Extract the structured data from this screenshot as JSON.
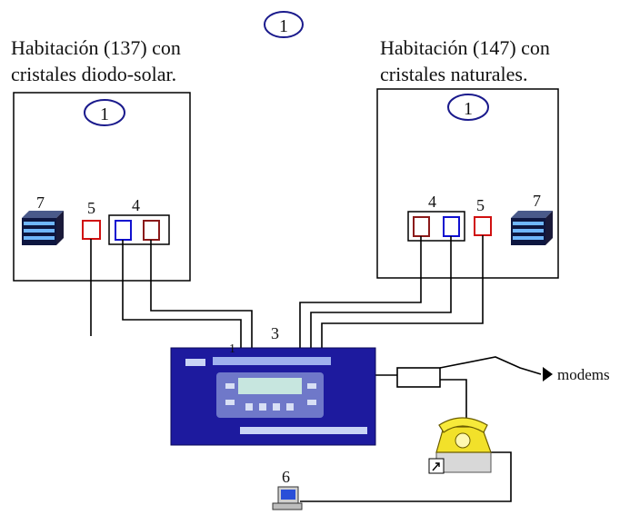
{
  "top_marker": "1",
  "rooms": [
    {
      "title_line1": "Habitación (137) con",
      "title_line2": "cristales diodo-solar.",
      "room_marker": "1",
      "cooler_label": "7",
      "sensor_label": "5",
      "group_label": "4"
    },
    {
      "title_line1": "Habitación (147) con",
      "title_line2": "cristales naturales.",
      "room_marker": "1",
      "cooler_label": "7",
      "sensor_label": "5",
      "group_label": "4"
    }
  ],
  "controller": {
    "label": "3",
    "line_label": "1"
  },
  "modems_label": "modems",
  "computer_label": "6",
  "colors": {
    "line": "#000000",
    "room_border": "#000000",
    "red_sensor": "#d01010",
    "blue_sensor": "#1010d0",
    "brown_sensor": "#8b1a1a",
    "controller_bg": "#1d1a9e",
    "marker_ring": "#1a1a8c"
  },
  "icons": [
    "cooler-icon",
    "telephone-icon",
    "computer-icon",
    "arrow-icon"
  ]
}
